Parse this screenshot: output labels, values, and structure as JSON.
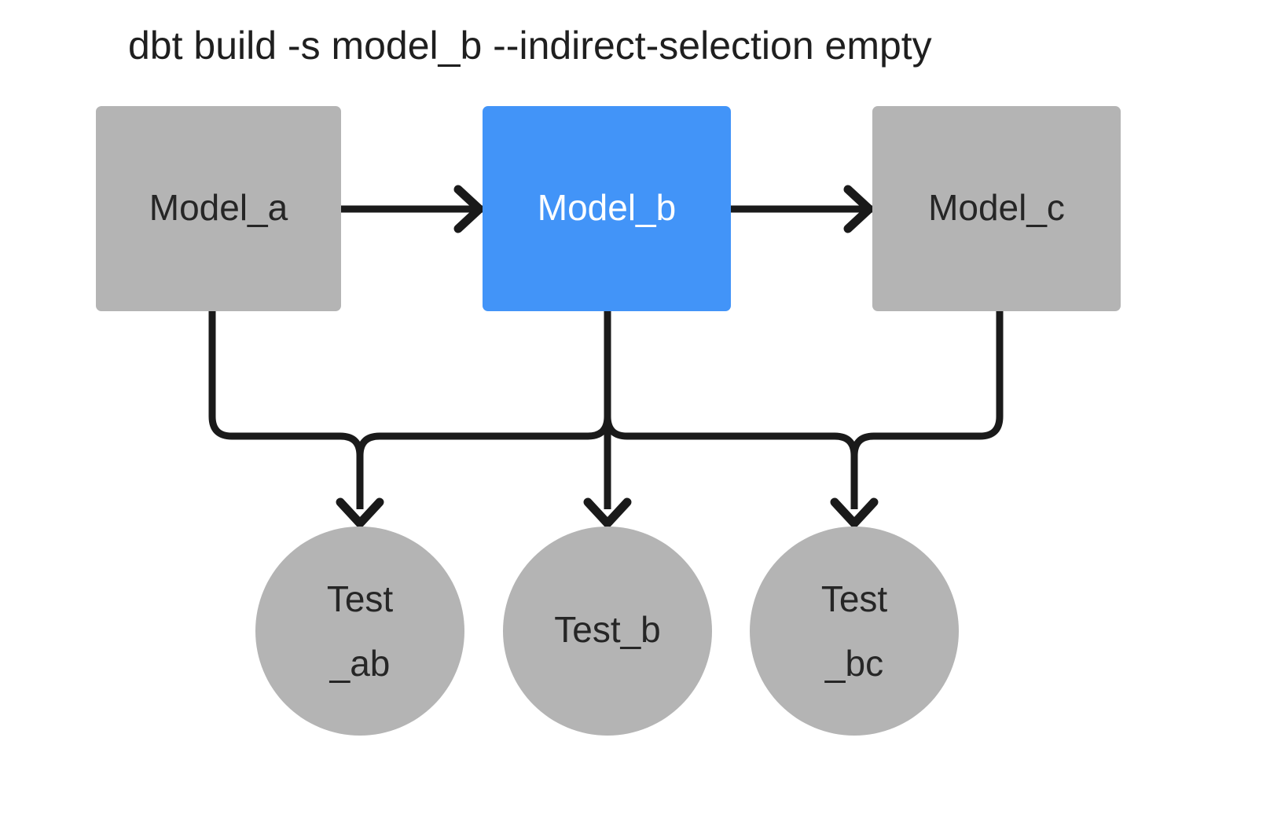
{
  "title": "dbt build -s model_b --indirect-selection empty",
  "colors": {
    "background": "#ffffff",
    "node_default": "#b4b4b4",
    "node_selected": "#4294f8",
    "edge": "#1a1a1a",
    "text_dark": "#262626",
    "text_light": "#ffffff",
    "title_text": "#1f1f1f"
  },
  "models": [
    {
      "id": "model_a",
      "label": "Model_a",
      "selected": false
    },
    {
      "id": "model_b",
      "label": "Model_b",
      "selected": true
    },
    {
      "id": "model_c",
      "label": "Model_c",
      "selected": false
    }
  ],
  "tests": [
    {
      "id": "test_ab",
      "line1": "Test",
      "line2": "_ab",
      "single_line": ""
    },
    {
      "id": "test_b",
      "line1": "",
      "line2": "",
      "single_line": "Test_b"
    },
    {
      "id": "test_bc",
      "line1": "Test",
      "line2": "_bc",
      "single_line": ""
    }
  ],
  "edges": [
    {
      "from": "model_a",
      "to": "model_b",
      "kind": "model-to-model"
    },
    {
      "from": "model_b",
      "to": "model_c",
      "kind": "model-to-model"
    },
    {
      "from": "model_a",
      "to": "test_ab",
      "kind": "model-to-test"
    },
    {
      "from": "model_b",
      "to": "test_ab",
      "kind": "model-to-test"
    },
    {
      "from": "model_b",
      "to": "test_b",
      "kind": "model-to-test"
    },
    {
      "from": "model_b",
      "to": "test_bc",
      "kind": "model-to-test"
    },
    {
      "from": "model_c",
      "to": "test_bc",
      "kind": "model-to-test"
    }
  ]
}
